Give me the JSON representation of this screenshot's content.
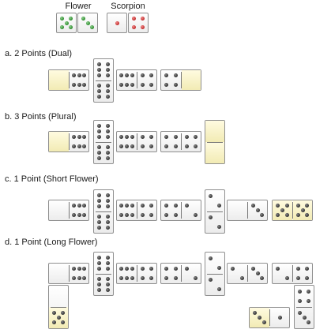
{
  "legend": {
    "flower_label": "Flower",
    "scorpion_label": "Scorpion"
  },
  "sections": [
    {
      "key": "a",
      "label": "a. 2 Points (Dual)"
    },
    {
      "key": "b",
      "label": "b. 3 Points (Plural)"
    },
    {
      "key": "c",
      "label": "c. 1 Point (Short Flower)"
    },
    {
      "key": "d",
      "label": "d. 1 Point (Long Flower)"
    }
  ],
  "colors": {
    "pip": "#333333",
    "flower_pip": "#2a8a2a",
    "scorpion_pip": "#c02828",
    "highlight_tile": "#f5efc0",
    "tile": "#f2f2f2"
  },
  "tiles": {
    "legend": [
      {
        "id": "flower-die-1",
        "pips": 5,
        "color": "green"
      },
      {
        "id": "flower-die-2",
        "pips": 3,
        "color": "green"
      },
      {
        "id": "scorpion-die-1",
        "pips": 1,
        "color": "red"
      },
      {
        "id": "scorpion-die-2",
        "pips": 4,
        "color": "red"
      }
    ],
    "a": [
      {
        "orient": "h",
        "a": 0,
        "b": 6,
        "hl": "a"
      },
      {
        "orient": "v",
        "a": 6,
        "b": 6
      },
      {
        "orient": "h",
        "a": 6,
        "b": 4
      },
      {
        "orient": "h",
        "a": 4,
        "b": 0,
        "hl": "b"
      }
    ],
    "b": [
      {
        "orient": "h",
        "a": 0,
        "b": 6,
        "hl": "a"
      },
      {
        "orient": "v",
        "a": 6,
        "b": 6
      },
      {
        "orient": "h",
        "a": 6,
        "b": 4
      },
      {
        "orient": "h",
        "a": 4,
        "b": 4
      },
      {
        "orient": "v",
        "a": 0,
        "b": 0,
        "hl": "both"
      }
    ],
    "c": [
      {
        "orient": "h",
        "a": 0,
        "b": 6
      },
      {
        "orient": "v",
        "a": 6,
        "b": 6
      },
      {
        "orient": "h",
        "a": 6,
        "b": 4
      },
      {
        "orient": "h",
        "a": 4,
        "b": 2
      },
      {
        "orient": "v",
        "a": 2,
        "b": 2
      },
      {
        "orient": "h",
        "a": 0,
        "b": 3
      },
      {
        "orient": "h",
        "a": 5,
        "b": 5,
        "hl": "both"
      }
    ],
    "d": [
      {
        "orient": "h",
        "a": 0,
        "b": 6
      },
      {
        "orient": "v",
        "a": 6,
        "b": 6
      },
      {
        "orient": "h",
        "a": 6,
        "b": 4
      },
      {
        "orient": "h",
        "a": 4,
        "b": 2
      },
      {
        "orient": "v",
        "a": 2,
        "b": 2
      },
      {
        "orient": "h",
        "a": 2,
        "b": 3
      },
      {
        "orient": "h",
        "a": 2,
        "b": 4
      },
      {
        "orient": "v",
        "a": 0,
        "b": 5,
        "hl": "b"
      },
      {
        "orient": "h",
        "a": 3,
        "b": 1,
        "hl": "a"
      },
      {
        "orient": "v",
        "a": 4,
        "b": 3
      }
    ]
  }
}
